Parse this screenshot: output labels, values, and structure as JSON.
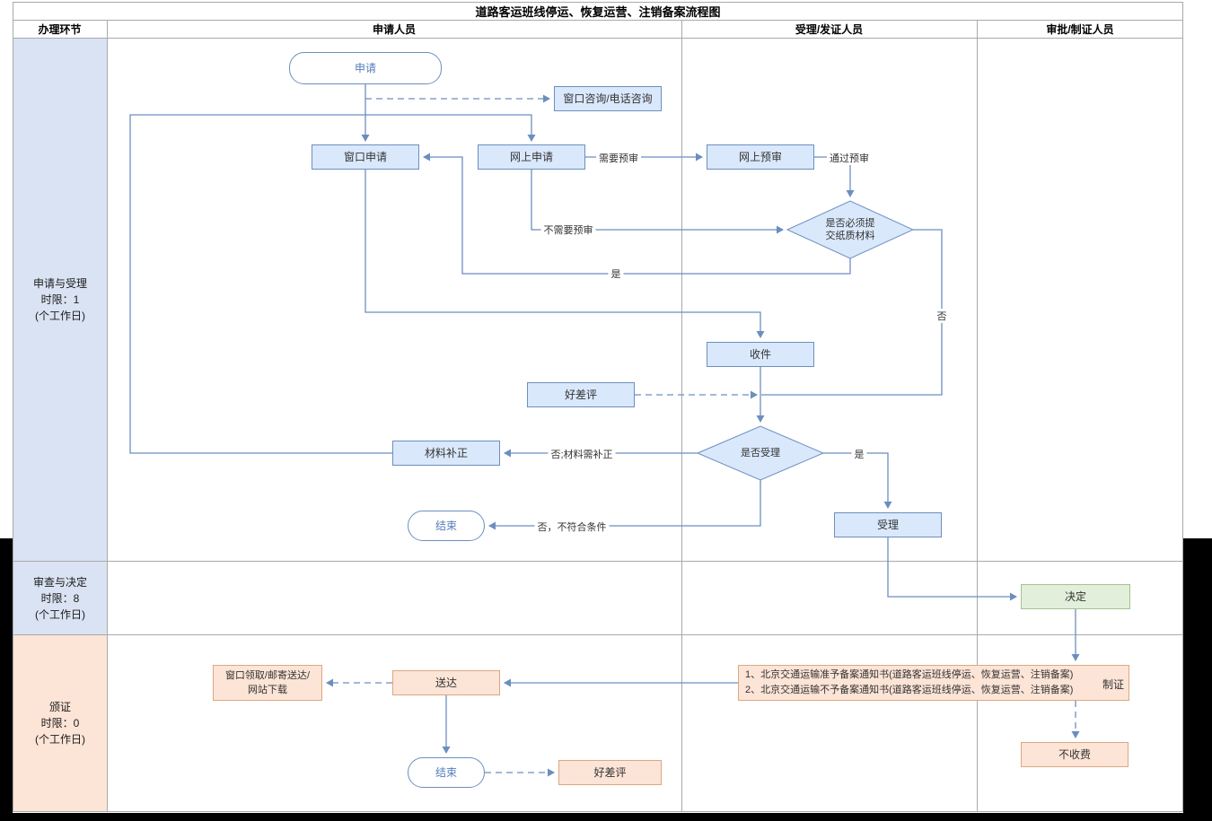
{
  "title": "道路客运班线停运、恢复运营、注销备案流程图",
  "header": {
    "stage_column": "办理环节",
    "lanes": [
      "申请人员",
      "受理/发证人员",
      "审批/制证人员"
    ]
  },
  "stages": [
    {
      "name": "申请与受理",
      "limit": "时限：1",
      "unit": "(个工作日)"
    },
    {
      "name": "审查与决定",
      "limit": "时限：8",
      "unit": "(个工作日)"
    },
    {
      "name": "颁证",
      "limit": "时限：0",
      "unit": "(个工作日)"
    }
  ],
  "nodes": {
    "apply": "申请",
    "consult": "窗口咨询/电话咨询",
    "window_apply": "窗口申请",
    "online_apply": "网上申请",
    "online_review": "网上预审",
    "paper_decision": "是否必须提\n交纸质材料",
    "receive": "收件",
    "rating_receive": "好差评",
    "accept_decision": "是否受理",
    "material_fix": "材料补正",
    "end_reject": "结束",
    "accept": "受理",
    "decide": "决定",
    "pickup": "窗口领取/邮寄送达/\n网站下载",
    "deliver": "送达",
    "notice_line1": "1、北京交通运输准予备案通知书(道路客运班线停运、恢复运营、注销备案)",
    "notice_line2": "2、北京交通运输不予备案通知书(道路客运班线停运、恢复运营、注销备案)",
    "certify": "制证",
    "no_fee": "不收费",
    "end_final": "结束",
    "rating_final": "好差评"
  },
  "edge_labels": {
    "need_review": "需要预审",
    "pass_review": "通过预审",
    "no_need_review": "不需要预审",
    "yes_paper": "是",
    "no_paper": "否",
    "no_fix": "否;材料需补正",
    "yes_accept": "是",
    "no_reject": "否，不符合条件"
  },
  "colors": {
    "line": "#6c8ebf",
    "node_blue_fill": "#dae8fc",
    "node_blue_border": "#6c8ebf",
    "node_green_fill": "#e2efda",
    "node_orange_fill": "#fce4d6",
    "stage_blue": "#dae3f3",
    "stage_orange": "#fce4d6"
  }
}
